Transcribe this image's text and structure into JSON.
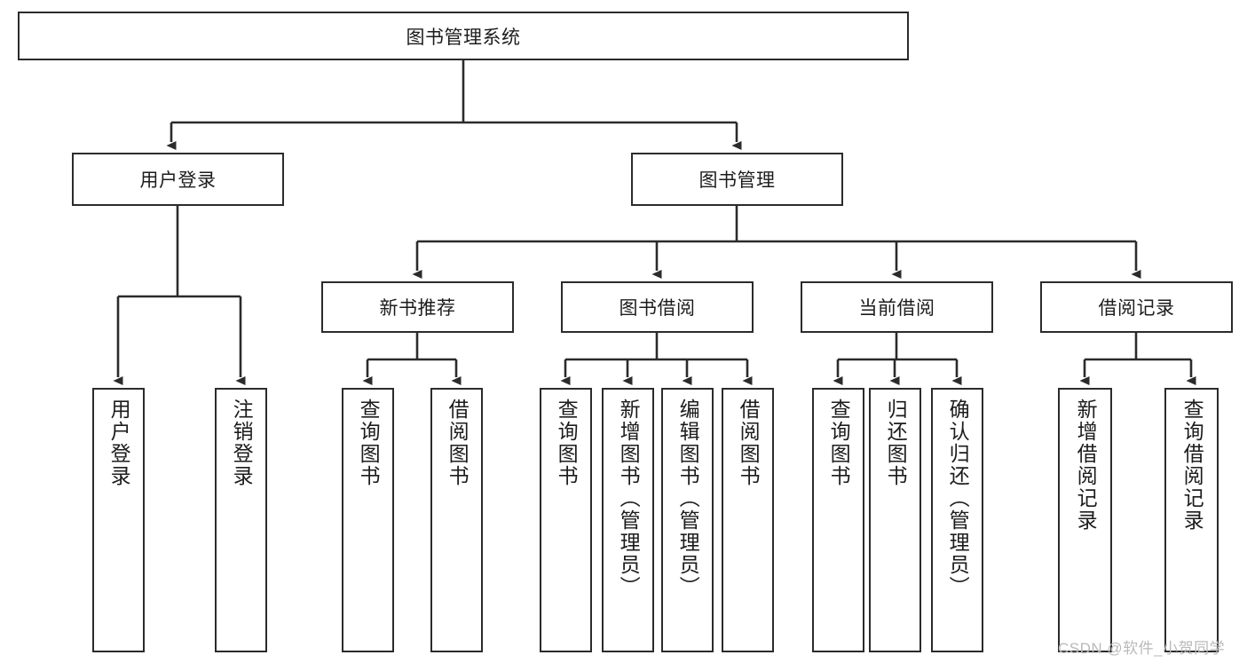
{
  "diagram": {
    "type": "hierarchy-tree",
    "title": "图书管理系统",
    "orientation": "top-down",
    "colors": {
      "box_border": "#2b2b2b",
      "box_fill": "#ffffff",
      "edge": "#2b2b2b",
      "text": "#1c1c1c",
      "watermark": "#b9b9b9",
      "background": "#ffffff"
    },
    "nodes": {
      "root": {
        "label": "图书管理系统",
        "level": 0,
        "orientation": "horizontal"
      },
      "l1": [
        {
          "id": "user-login",
          "label": "用户登录",
          "orientation": "horizontal"
        },
        {
          "id": "book-manage",
          "label": "图书管理",
          "orientation": "horizontal"
        }
      ],
      "l2": [
        {
          "id": "new-book-rec",
          "label": "新书推荐",
          "orientation": "horizontal"
        },
        {
          "id": "book-borrow",
          "label": "图书借阅",
          "orientation": "horizontal"
        },
        {
          "id": "current-borrow",
          "label": "当前借阅",
          "orientation": "horizontal"
        },
        {
          "id": "borrow-record",
          "label": "借阅记录",
          "orientation": "horizontal"
        }
      ],
      "leaves": {
        "user-login": [
          {
            "id": "leaf-user-login",
            "label": "用户登录",
            "orientation": "vertical"
          },
          {
            "id": "leaf-user-logout",
            "label": "注销登录",
            "orientation": "vertical"
          }
        ],
        "new-book-rec": [
          {
            "id": "leaf-query-book-1",
            "label": "查询图书",
            "orientation": "vertical"
          },
          {
            "id": "leaf-borrow-book-1",
            "label": "借阅图书",
            "orientation": "vertical"
          }
        ],
        "book-borrow": [
          {
            "id": "leaf-query-book-2",
            "label": "查询图书",
            "orientation": "vertical"
          },
          {
            "id": "leaf-add-book",
            "label": "新增图书（管理员）",
            "orientation": "vertical"
          },
          {
            "id": "leaf-edit-book",
            "label": "编辑图书（管理员）",
            "orientation": "vertical"
          },
          {
            "id": "leaf-borrow-book-2",
            "label": "借阅图书",
            "orientation": "vertical"
          }
        ],
        "current-borrow": [
          {
            "id": "leaf-query-book-3",
            "label": "查询图书",
            "orientation": "vertical"
          },
          {
            "id": "leaf-return-book",
            "label": "归还图书",
            "orientation": "vertical"
          },
          {
            "id": "leaf-confirm-return",
            "label": "确认归还（管理员）",
            "orientation": "vertical"
          }
        ],
        "borrow-record": [
          {
            "id": "leaf-add-record",
            "label": "新增借阅记录",
            "orientation": "vertical"
          },
          {
            "id": "leaf-query-record",
            "label": "查询借阅记录",
            "orientation": "vertical"
          }
        ]
      }
    },
    "watermark": "CSDN @软件_小贺同学"
  }
}
